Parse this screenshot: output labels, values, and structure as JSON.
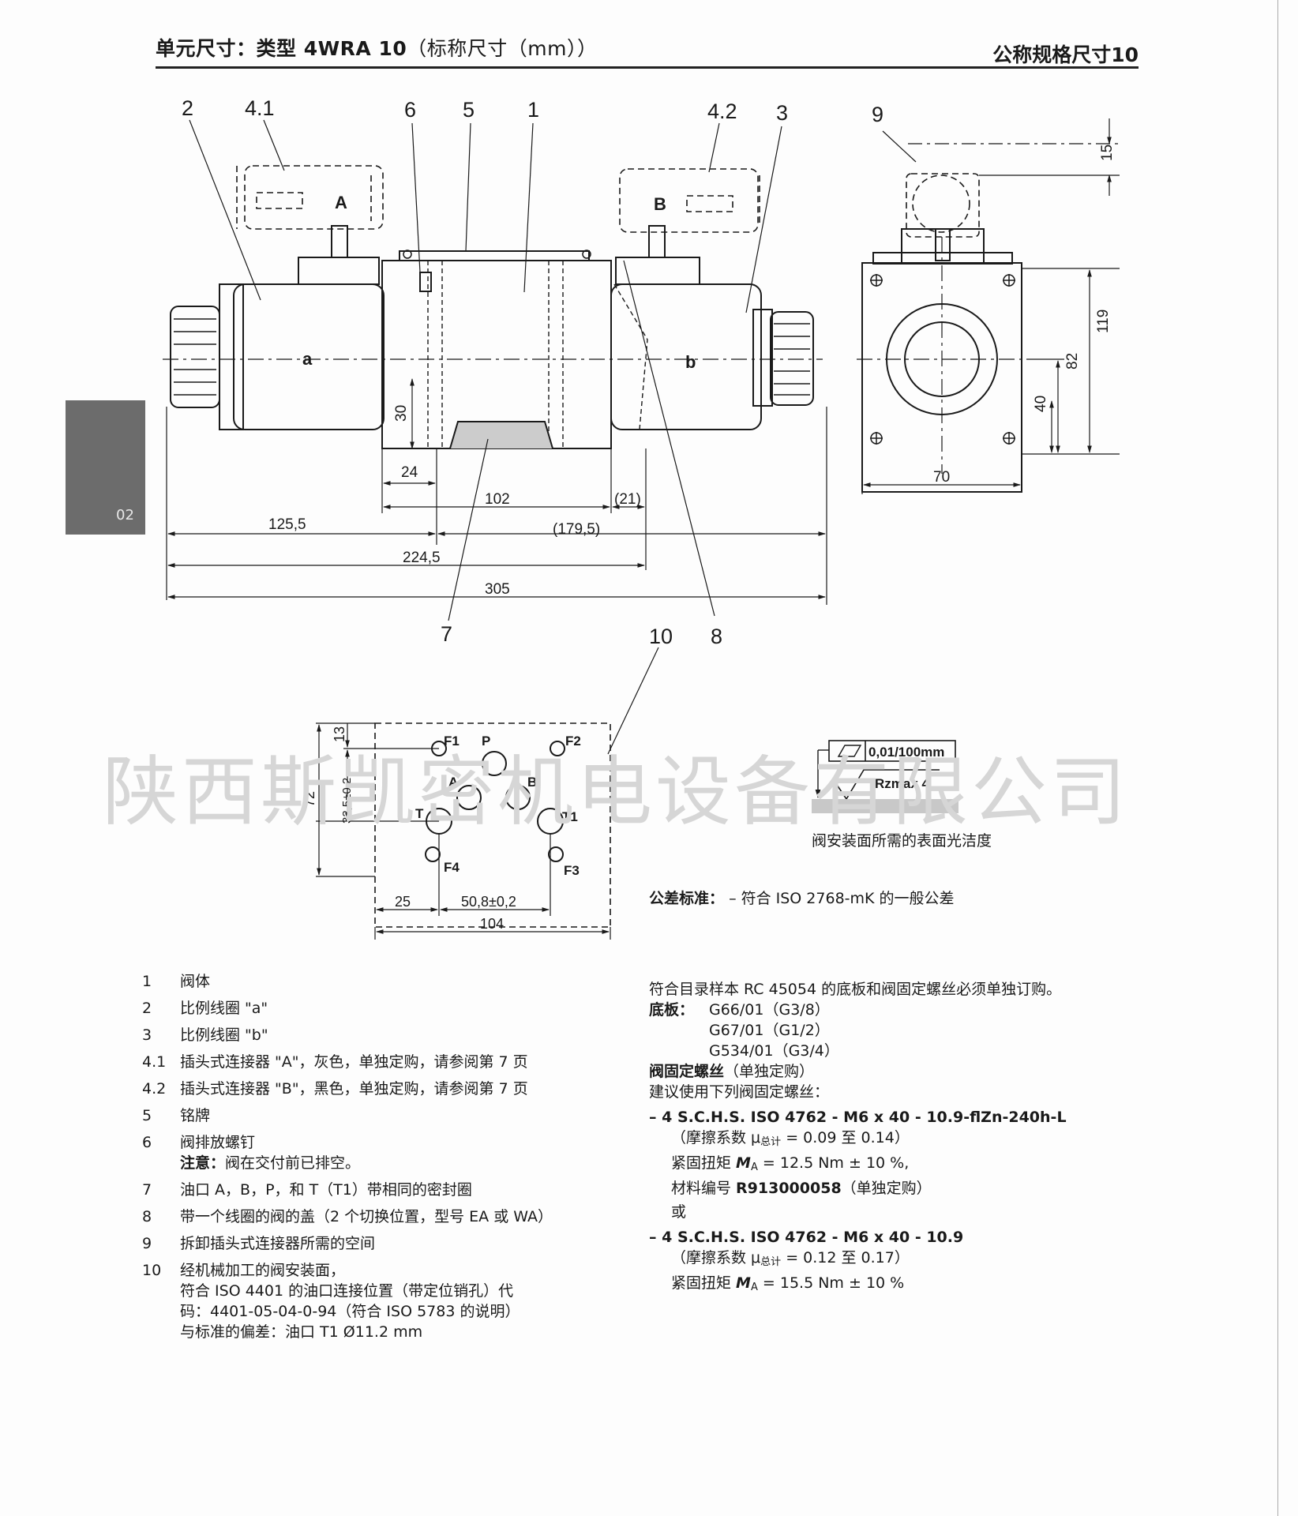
{
  "header": {
    "title_bold": "单元尺寸：类型 4WRA 10",
    "title_normal": "（标称尺寸（mm））",
    "right": "公称规格尺寸10"
  },
  "tab": {
    "label": "02"
  },
  "callouts": {
    "c1": "1",
    "c2": "2",
    "c3": "3",
    "c41": "4.1",
    "c42": "4.2",
    "c5": "5",
    "c6": "6",
    "c7": "7",
    "c8": "8",
    "c9": "9",
    "c10": "10",
    "conn_a": "A",
    "conn_b": "B",
    "coil_a": "a",
    "coil_b": "b"
  },
  "dims": {
    "d30": "30",
    "d24": "24",
    "d102": "102",
    "d21": "(21)",
    "d125": "125,5",
    "d179": "(179,5)",
    "d224": "224,5",
    "d305": "305",
    "d15": "15",
    "d119": "119",
    "d82": "82",
    "d40": "40",
    "d70": "70",
    "d13": "13",
    "d32": "32,5±0,2",
    "d72": "72",
    "d25": "25",
    "d508": "50,8±0,2",
    "d104": "104"
  },
  "ports": {
    "F1": "F1",
    "F2": "F2",
    "F3": "F3",
    "F4": "F4",
    "P": "P",
    "A": "A",
    "B": "B",
    "T": "T",
    "T1": "T1"
  },
  "surface": {
    "flatness": "0,01/100mm",
    "roughness": "Rzmax 4",
    "caption": "阀安装面所需的表面光洁度"
  },
  "watermark": "陕西斯凯密机电设备有限公司",
  "tolerance": {
    "label": "公差标准：",
    "text": "– 符合 ISO 2768-mK 的一般公差"
  },
  "legend": [
    {
      "num": "1",
      "text": "阀体"
    },
    {
      "num": "2",
      "text": "比例线圈 \"a\""
    },
    {
      "num": "3",
      "text": "比例线圈 \"b\""
    },
    {
      "num": "4.1",
      "text": "插头式连接器 \"A\"，灰色，单独定购，请参阅第 7 页"
    },
    {
      "num": "4.2",
      "text": "插头式连接器 \"B\"，黑色，单独定购，请参阅第 7 页"
    },
    {
      "num": "5",
      "text": "铭牌"
    },
    {
      "num": "6",
      "text": "阀排放螺钉"
    },
    {
      "num": "7",
      "text": "油口 A，B，P，和 T（T1）带相同的密封圈"
    },
    {
      "num": "8",
      "text": "带一个线圈的阀的盖（2 个切换位置，型号 EA 或 WA）"
    },
    {
      "num": "9",
      "text": "拆卸插头式连接器所需的空间"
    },
    {
      "num": "10",
      "text": "经机械加工的阀安装面，"
    }
  ],
  "legend_extra": {
    "note_label": "注意：",
    "note_text": "阀在交付前已排空。",
    "l10_line2": "符合 ISO 4401 的油口连接位置（带定位销孔）代",
    "l10_line3": "码：4401-05-04-0-94（符合 ISO 5783 的说明）",
    "l10_line4": "与标准的偏差：油口 T1 Ø11.2 mm"
  },
  "right_col": {
    "intro": "符合目录样本 RC 45054 的底板和阀固定螺丝必须单独订购。",
    "baseplate_label": "底板：",
    "baseplates": [
      "G66/01（G3/8）",
      "G67/01（G1/2）",
      "G534/01（G3/4）"
    ],
    "screws_title": "阀固定螺丝",
    "screws_title_suffix": "（单独定购）",
    "screws_intro": "建议使用下列阀固定螺丝：",
    "screw1": "– 4 S.C.H.S. ISO 4762 - M6 x 40 - 10.9-flZn-240h-L",
    "screw1_friction_a": "（摩擦系数 μ",
    "screw1_friction_sub": "总计",
    "screw1_friction_b": " = 0.09 至 0.14）",
    "screw1_torque_a": "紧固扭矩 ",
    "screw1_torque_m": "M",
    "screw1_torque_sub": "A",
    "screw1_torque_b": " = 12.5 Nm ± 10 %,",
    "screw1_material_a": "材料编号 ",
    "screw1_material_no": "R913000058",
    "screw1_material_b": "（单独定购）",
    "or": "或",
    "screw2": "– 4 S.C.H.S. ISO 4762 - M6 x 40 - 10.9",
    "screw2_friction_a": "（摩擦系数 μ",
    "screw2_friction_sub": "总计",
    "screw2_friction_b": " = 0.12 至 0.17）",
    "screw2_torque_a": "紧固扭矩 ",
    "screw2_torque_m": "M",
    "screw2_torque_sub": "A",
    "screw2_torque_b": " = 15.5 Nm ± 10 %"
  }
}
